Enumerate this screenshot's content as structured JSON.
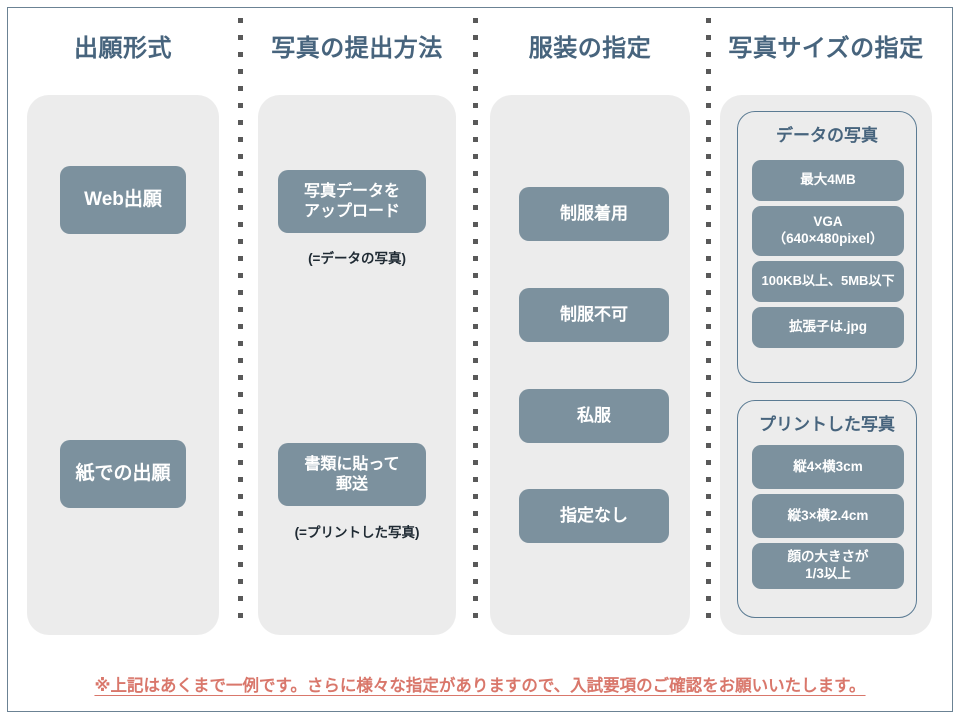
{
  "theme": {
    "frame_border_color": "#6b8294",
    "panel_bg": "#ececec",
    "pill_bg": "#7c919e",
    "pill_text": "#ffffff",
    "heading_color": "#47647d",
    "note_color": "#d9776b",
    "separator_color": "#595959"
  },
  "columns": [
    {
      "title": "出願形式",
      "pills": [
        {
          "label": "Web出願"
        },
        {
          "label": "紙での出願"
        }
      ]
    },
    {
      "title": "写真の提出方法",
      "pills": [
        {
          "label": "写真データを\nアップロード",
          "sub": "(=データの写真)"
        },
        {
          "label": "書類に貼って\n郵送",
          "sub": "(=プリントした写真)"
        }
      ]
    },
    {
      "title": "服装の指定",
      "pills": [
        {
          "label": "制服着用"
        },
        {
          "label": "制服不可"
        },
        {
          "label": "私服"
        },
        {
          "label": "指定なし"
        }
      ]
    },
    {
      "title": "写真サイズの指定",
      "cards": [
        {
          "title": "データの写真",
          "items": [
            {
              "label": "最大4MB"
            },
            {
              "label": "VGA\n（640×480pixel）"
            },
            {
              "label": "100KB以上、5MB以下"
            },
            {
              "label": "拡張子は.jpg"
            }
          ]
        },
        {
          "title": "プリントした写真",
          "items": [
            {
              "label": "縦4×横3cm"
            },
            {
              "label": "縦3×横2.4cm"
            },
            {
              "label": "顔の大きさが\n1/3以上"
            }
          ]
        }
      ]
    }
  ],
  "footer": {
    "note": "※上記はあくまで一例です。さらに様々な指定がありますので、入試要項のご確認をお願いいたします。"
  }
}
